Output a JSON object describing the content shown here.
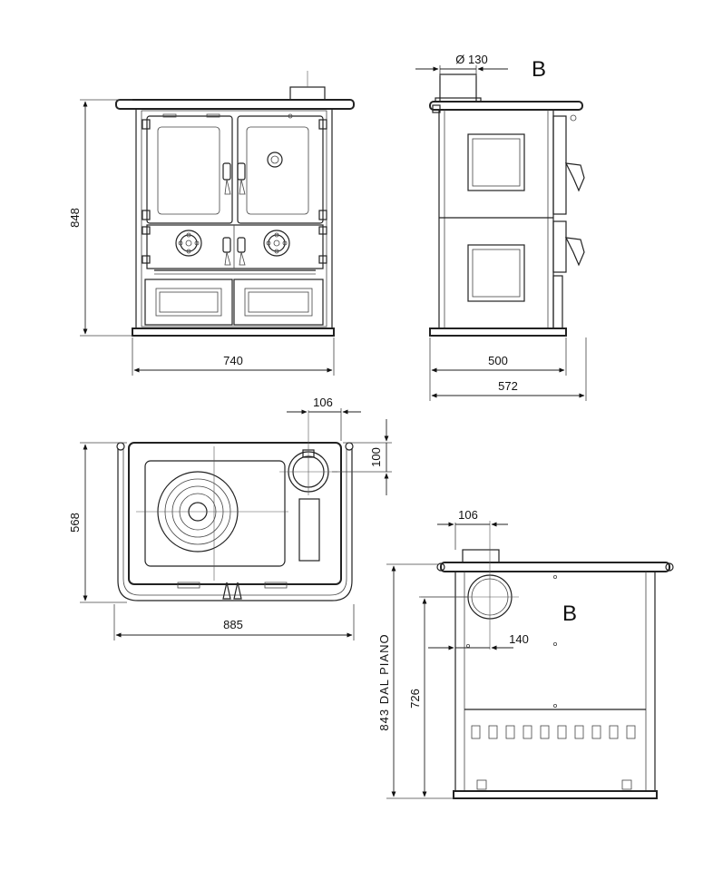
{
  "front_view": {
    "width_label": "740",
    "height_label": "848"
  },
  "side_view": {
    "flue_label": "Ø 130",
    "view_letter": "B",
    "body_depth_label": "500",
    "total_depth_label": "572"
  },
  "top_view": {
    "depth_label": "568",
    "width_label": "885",
    "flue_x_label": "106",
    "flue_y_label": "100"
  },
  "rear_view": {
    "view_letter": "B",
    "flue_x_label": "106",
    "flue_offset_label": "140",
    "flue_height_label": "726",
    "hob_height_label": "843 DAL PIANO"
  }
}
